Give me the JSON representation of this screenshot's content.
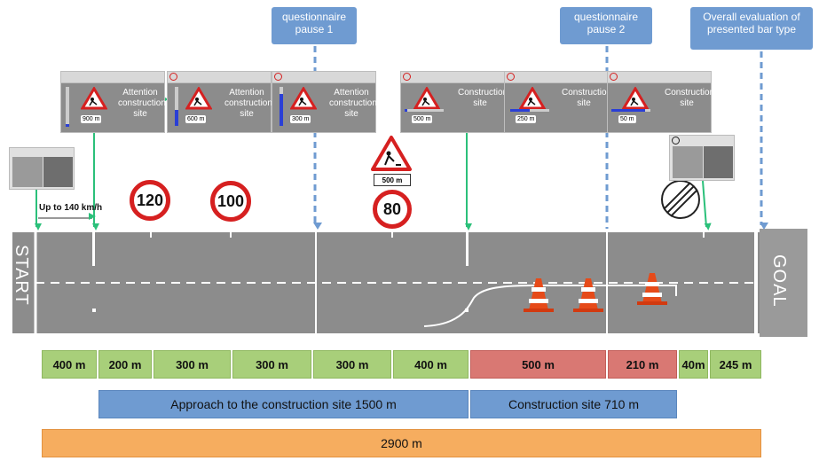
{
  "callouts": {
    "pause1": "questionnaire\npause 1",
    "pause2": "questionnaire\npause 2",
    "overall": "Overall evaluation of\npresented bar type"
  },
  "panels": [
    {
      "text": "Attention construction site",
      "distance": "900 m"
    },
    {
      "text": "Attention construction site",
      "distance": "600 m"
    },
    {
      "text": "Attention construction site",
      "distance": "300 m"
    },
    {
      "text": "Construction site",
      "distance": "500 m"
    },
    {
      "text": "Construction site",
      "distance": "250 m"
    },
    {
      "text": "Construction site",
      "distance": "50 m"
    }
  ],
  "road": {
    "start_label": "START",
    "goal_label": "GOAL",
    "speed_note": "Up to 140 km/h"
  },
  "signs": {
    "limit_120": "120",
    "limit_100": "100",
    "limit_80": "80",
    "construction_distance": "500 m"
  },
  "segments": [
    {
      "label": "400 m",
      "color": "#a8cf7a"
    },
    {
      "label": "200 m",
      "color": "#a8cf7a"
    },
    {
      "label": "300 m",
      "color": "#a8cf7a"
    },
    {
      "label": "300 m",
      "color": "#a8cf7a"
    },
    {
      "label": "300 m",
      "color": "#a8cf7a"
    },
    {
      "label": "400 m",
      "color": "#a8cf7a"
    },
    {
      "label": "500 m",
      "color": "#d97873"
    },
    {
      "label": "210 m",
      "color": "#d97873"
    },
    {
      "label": "40m",
      "color": "#a8cf7a"
    },
    {
      "label": "245 m",
      "color": "#a8cf7a"
    }
  ],
  "bars": {
    "approach": "Approach to the construction site 1500 m",
    "construction": "Construction site 710 m",
    "total": "2900 m"
  },
  "colors": {
    "approach": "#6f9bd1",
    "construction": "#6f9bd1",
    "total": "#f6ad5f",
    "arrow": "#2bc07a",
    "dashed": "#6f9bd1"
  }
}
